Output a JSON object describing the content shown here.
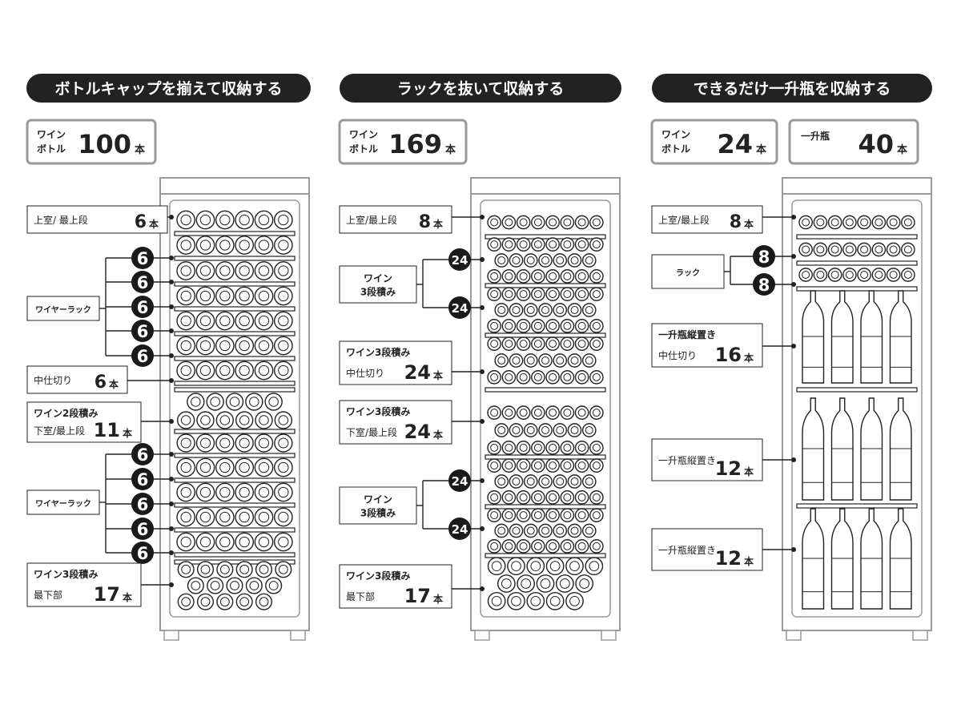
{
  "columns": [
    {
      "header": "ボトルキャップを揃えて収納する",
      "totals": [
        {
          "label": [
            "ワイン",
            "ボトル"
          ],
          "count": "100",
          "unit": "本"
        }
      ],
      "labels": [
        {
          "lines": [
            "上室/ 最上段"
          ],
          "count": "6",
          "unit": "本"
        },
        {
          "lines": [
            "ワイヤーラック"
          ],
          "badges": [
            "6",
            "6",
            "6",
            "6",
            "6"
          ]
        },
        {
          "lines": [
            "中仕切り"
          ],
          "count": "6",
          "unit": "本"
        },
        {
          "lines": [
            "ワイン2段積み",
            "下室/最上段"
          ],
          "count": "11",
          "unit": "本"
        },
        {
          "lines": [
            "ワイヤーラック"
          ],
          "badges": [
            "6",
            "6",
            "6",
            "6",
            "6"
          ]
        },
        {
          "lines": [
            "ワイン3段積み",
            "最下部"
          ],
          "count": "17",
          "unit": "本"
        }
      ]
    },
    {
      "header": "ラックを抜いて収納する",
      "totals": [
        {
          "label": [
            "ワイン",
            "ボトル"
          ],
          "count": "169",
          "unit": "本"
        }
      ],
      "labels": [
        {
          "lines": [
            "上室/最上段"
          ],
          "count": "8",
          "unit": "本"
        },
        {
          "lines": [
            "ワイン",
            "3段積み"
          ],
          "badges": [
            "24",
            "24"
          ]
        },
        {
          "lines": [
            "ワイン3段積み",
            "中仕切り"
          ],
          "count": "24",
          "unit": "本"
        },
        {
          "lines": [
            "ワイン3段積み",
            "下室/最上段"
          ],
          "count": "24",
          "unit": "本"
        },
        {
          "lines": [
            "ワイン",
            "3段積み"
          ],
          "badges": [
            "24",
            "24"
          ]
        },
        {
          "lines": [
            "ワイン3段積み",
            "最下部"
          ],
          "count": "17",
          "unit": "本"
        }
      ]
    },
    {
      "header": "できるだけ一升瓶を収納する",
      "totals": [
        {
          "label": [
            "ワイン",
            "ボトル"
          ],
          "count": "24",
          "unit": "本"
        },
        {
          "label": [
            "一升瓶"
          ],
          "count": "40",
          "unit": "本"
        }
      ],
      "labels": [
        {
          "lines": [
            "上室/最上段"
          ],
          "count": "8",
          "unit": "本"
        },
        {
          "lines": [
            "ラック"
          ],
          "badges": [
            "8",
            "8"
          ]
        },
        {
          "lines": [
            "一升瓶縦置き",
            "中仕切り"
          ],
          "count": "16",
          "unit": "本"
        },
        {
          "lines": [
            "一升瓶縦置き"
          ],
          "count": "12",
          "unit": "本"
        },
        {
          "lines": [
            "一升瓶縦置き"
          ],
          "count": "12",
          "unit": "本"
        }
      ]
    }
  ],
  "colors": {
    "ink": "#222222",
    "frame": "#9a9a9a",
    "badge": "#1a1a1a",
    "header_bg": "#222222",
    "header_text": "#ffffff"
  }
}
